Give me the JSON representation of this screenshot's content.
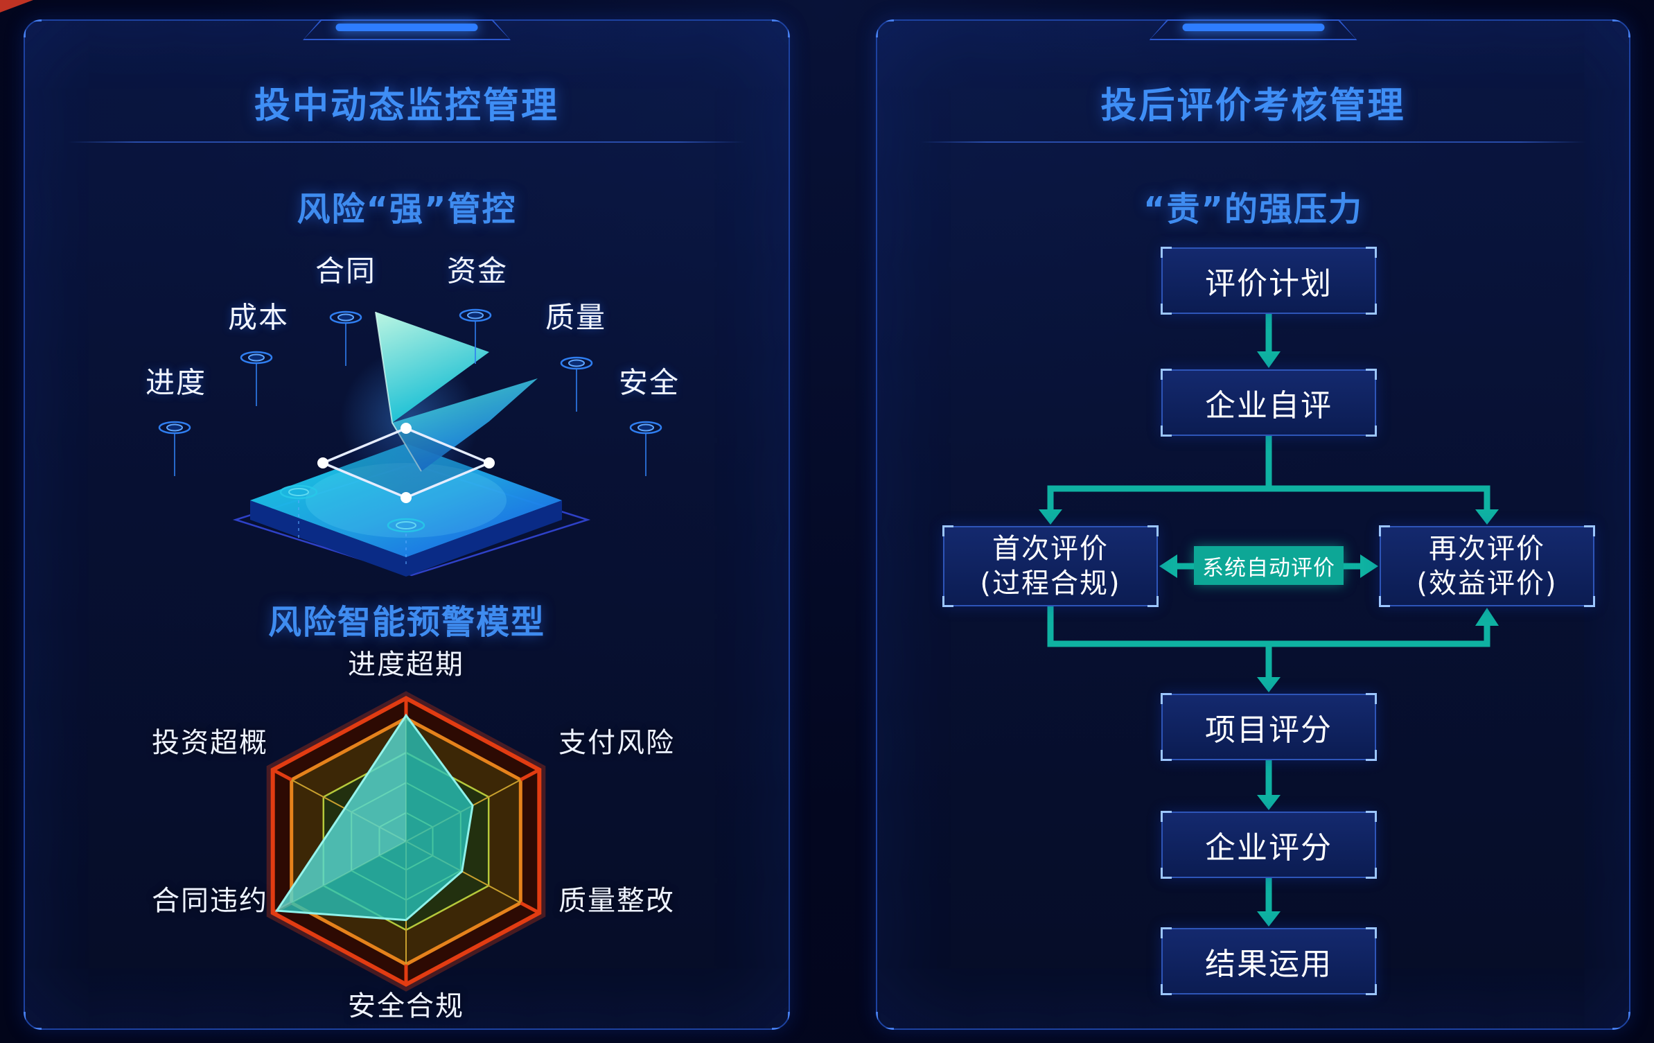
{
  "colors": {
    "accent_blue": "#3f8cf0",
    "teal_flow": "#0fb2a2",
    "radar_red": "#e23c12",
    "radar_orange": "#e5821c",
    "panel_border": "#1d42a0"
  },
  "left_panel": {
    "title": "投中动态监控管理",
    "subtitle": "风险“强”管控",
    "monitor_labels": [
      "合同",
      "资金",
      "成本",
      "质量",
      "进度",
      "安全"
    ]
  },
  "right_panel": {
    "title": "投后评价考核管理",
    "subtitle": "“责”的强压力",
    "flow": {
      "step1": "评价计划",
      "step2": "企业自评",
      "left_box_line1": "首次评价",
      "left_box_line2": "(过程合规)",
      "right_box_line1": "再次评价",
      "right_box_line2": "(效益评价)",
      "center_badge": "系统自动评价",
      "step3": "项目评分",
      "step4": "企业评分",
      "step5": "结果运用"
    }
  },
  "chart_data": {
    "type": "radar",
    "title": "风险智能预警模型",
    "categories": [
      "进度超期",
      "支付风险",
      "质量整改",
      "安全合规",
      "合同违约",
      "投资超概"
    ],
    "values": [
      0.88,
      0.5,
      0.42,
      0.55,
      0.97,
      0.46
    ],
    "rings": [
      1.0,
      0.86,
      0.62,
      0.41,
      0.2
    ],
    "max": 1,
    "grid": "hexagonal",
    "legend": "none"
  }
}
